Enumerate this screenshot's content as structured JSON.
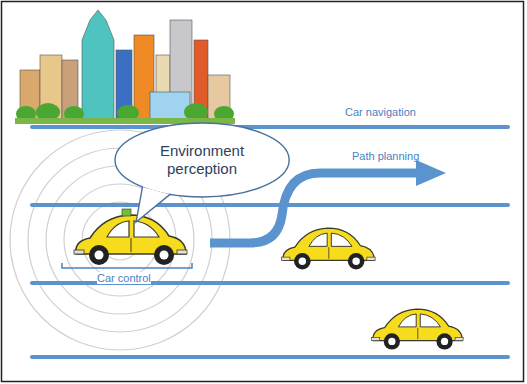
{
  "diagram": {
    "nodes": [
      {
        "text": [
          "Environment perception"
        ]
      }
    ],
    "labels": [
      "Car navigation",
      "Path planning",
      "Car control"
    ]
  }
}
